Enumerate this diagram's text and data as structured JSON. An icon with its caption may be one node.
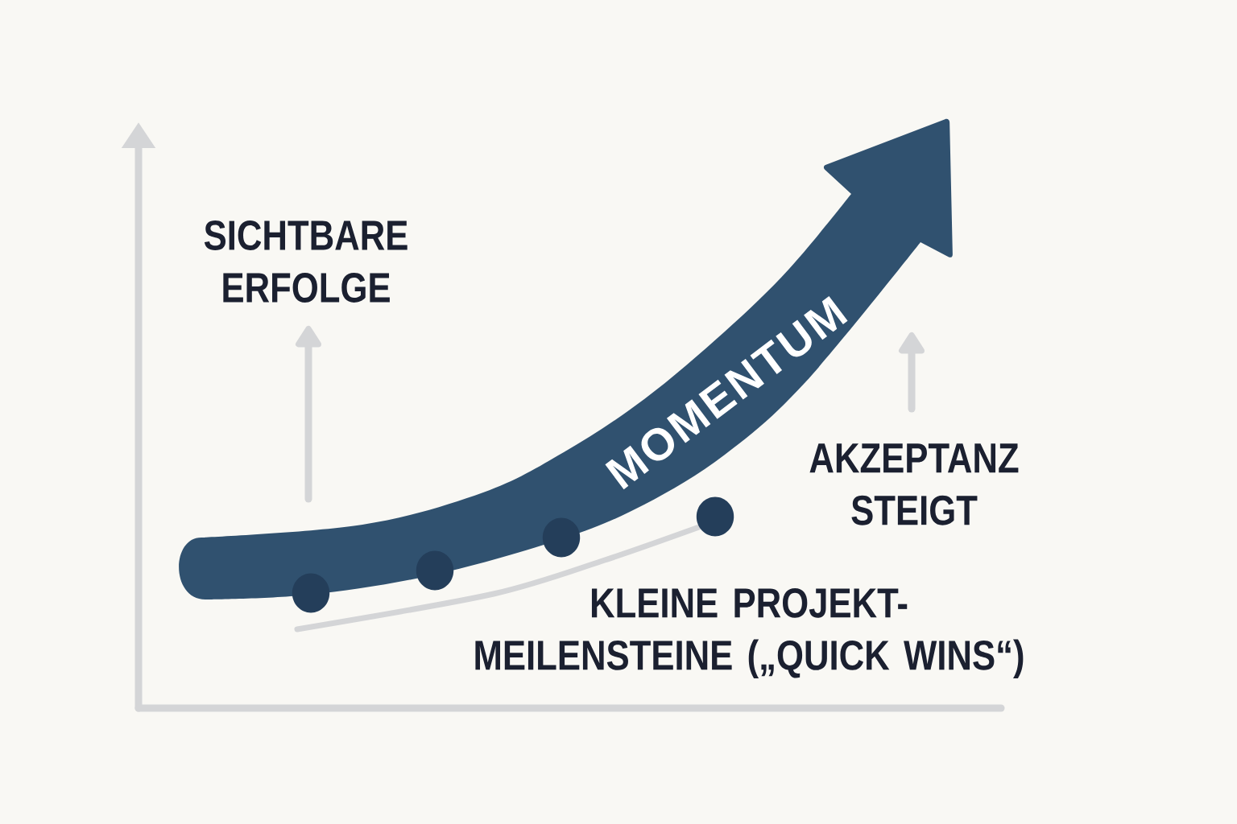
{
  "diagram": {
    "nodes": [
      {
        "text": [
          "MOMENTUM"
        ]
      }
    ],
    "labels": [
      "SICHTBARE ERFOLGE",
      "AKZEPTANZ STEIGT",
      "KLEINE PROJEKT-MEILENSTEINE („QUICK WINS“)"
    ]
  }
}
